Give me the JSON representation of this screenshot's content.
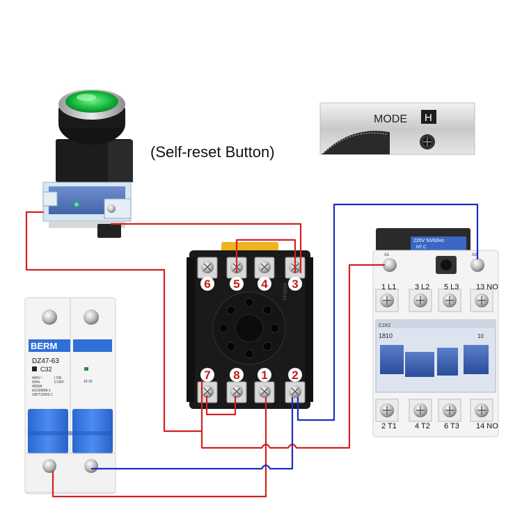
{
  "caption": "(Self-reset Button)",
  "mode_panel": {
    "mode_label": "MODE",
    "mode_value": "H"
  },
  "breaker": {
    "brand": "BERM",
    "model": "DZ47-63",
    "rating": "C32",
    "specs": [
      "400V~",
      "50Hz",
      "4500A",
      "IEC60898-1",
      "GB/T10963.1"
    ],
    "on_off": [
      "I ON",
      "0 OFF"
    ],
    "small_marks": "18.33"
  },
  "relay_socket": {
    "top_terminals": [
      "6",
      "5",
      "4",
      "3"
    ],
    "bottom_terminals": [
      "7",
      "8",
      "1",
      "2"
    ],
    "side_text": "PF083A"
  },
  "contactor": {
    "coil_label": "220V 50/60Hz",
    "coil_sub": "M7      C",
    "a_labels": [
      "A1",
      "A2"
    ],
    "top_terminals": [
      "1 L1",
      "3 L2",
      "5 L3",
      "13 NO"
    ],
    "bottom_terminals": [
      "2 T1",
      "4 T2",
      "6 T3",
      "14 NO"
    ],
    "model_line": "CJX2",
    "model_num": "1810",
    "aux_num": "10"
  },
  "colors": {
    "red_wire": "#d42020",
    "blue_wire": "#1a2fbf",
    "breaker_blue": "#2f6fd8",
    "button_green": "#22c24a"
  }
}
